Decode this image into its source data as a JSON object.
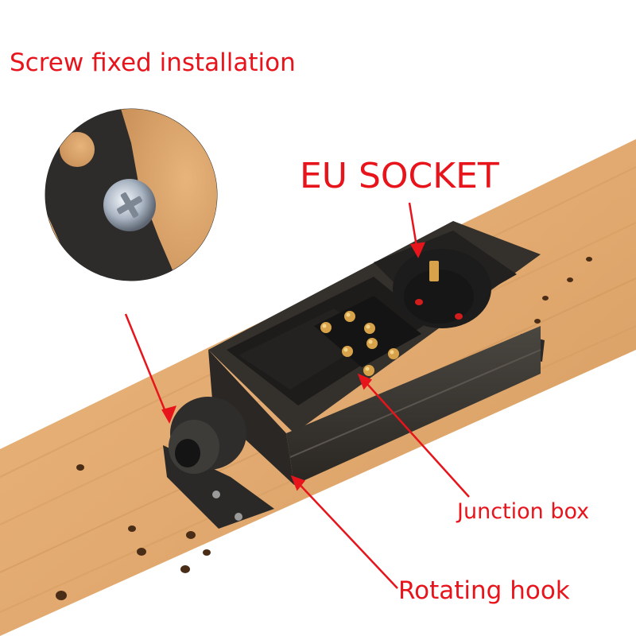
{
  "labels": {
    "screw_fixed_installation": "Screw fixed installation",
    "eu_socket": "EU SOCKET",
    "junction_box": "Junction box",
    "rotating_hook": "Rotating hook"
  },
  "colors": {
    "annotation_red": "#e8141c",
    "wood": "#e2aa70",
    "wood_dark": "#c98d52",
    "housing": "#3a3733",
    "socket_black": "#1c1c1c",
    "brass": "#d8a24a",
    "background": "#ffffff"
  },
  "icons": [
    "screw-icon",
    "cable-gland-icon",
    "schuko-socket-icon",
    "terminal-block-icon"
  ]
}
